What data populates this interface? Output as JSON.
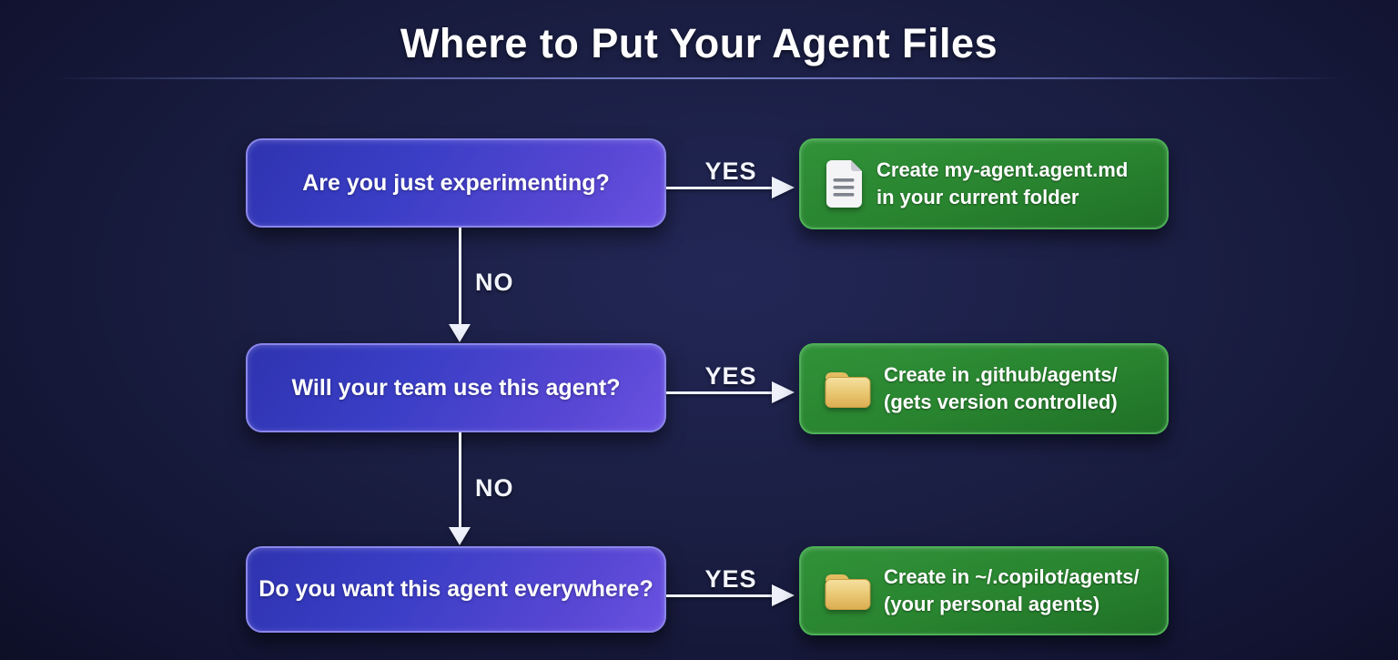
{
  "title": "Where to Put Your Agent Files",
  "flow": {
    "rows": [
      {
        "question": "Are you just experimenting?",
        "yes_label": "YES",
        "no_label": "NO",
        "result": {
          "icon": "document-icon",
          "line1": "Create my-agent.agent.md",
          "line2": "in your current folder"
        }
      },
      {
        "question": "Will your team use this agent?",
        "yes_label": "YES",
        "no_label": "NO",
        "result": {
          "icon": "folder-icon",
          "line1": "Create in .github/agents/",
          "line2": "(gets version controlled)"
        }
      },
      {
        "question": "Do you want this agent everywhere?",
        "yes_label": "YES",
        "result": {
          "icon": "folder-icon",
          "line1": "Create in ~/.copilot/agents/",
          "line2": "(your personal agents)"
        }
      }
    ]
  },
  "colors": {
    "background_center": "#222756",
    "background_edge": "#0c0e24",
    "question_box_gradient_start": "#2e33b0",
    "question_box_gradient_end": "#6b52e2",
    "question_box_border": "#8a86ec",
    "result_box_gradient_start": "#309239",
    "result_box_gradient_end": "#1f7027",
    "result_box_border": "#4db056",
    "arrow": "#eef1fa",
    "text": "#ffffff",
    "folder_icon_fill": "#e9c873",
    "document_icon_fill": "#f4f4f6"
  }
}
